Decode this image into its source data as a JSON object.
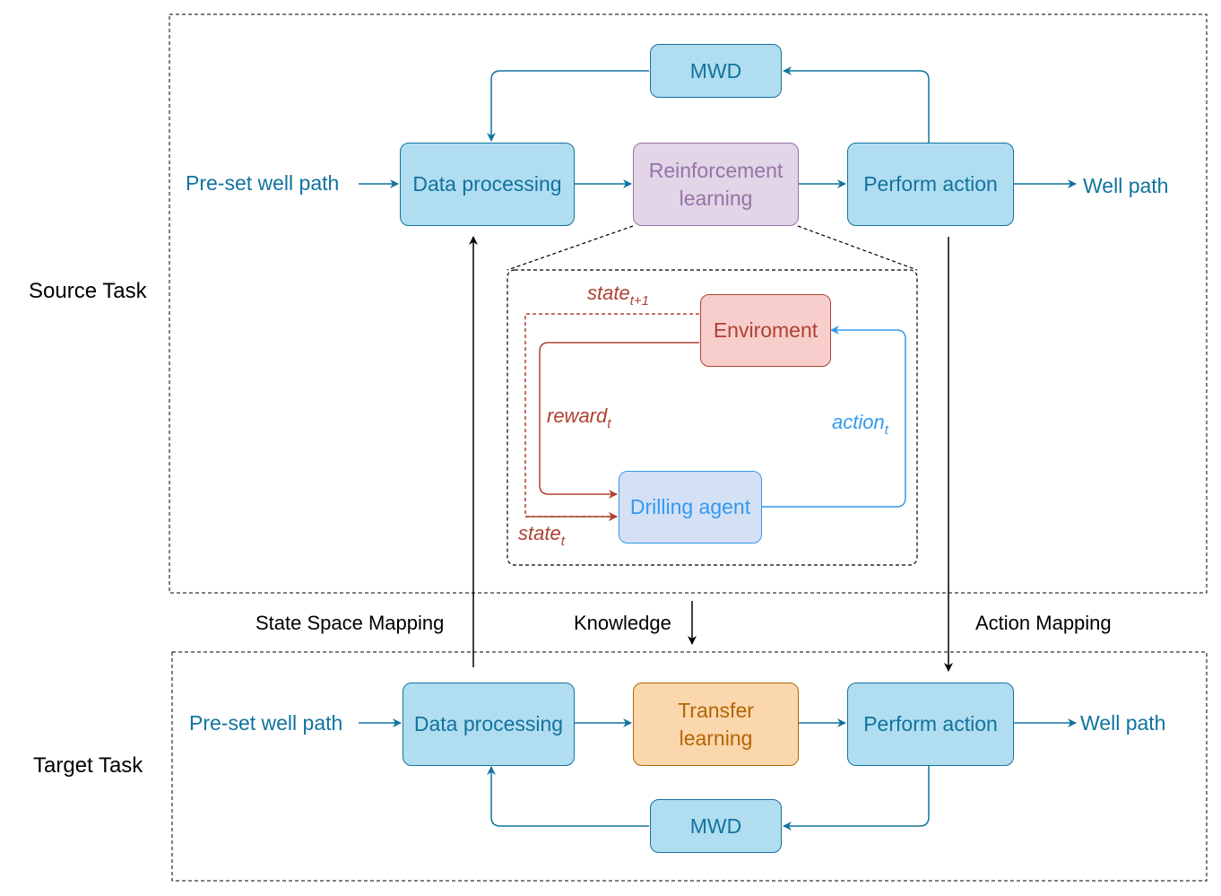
{
  "labels": {
    "source_task": "Source Task",
    "target_task": "Target Task",
    "state_space_mapping": "State Space Mapping",
    "knowledge": "Knowledge",
    "action_mapping": "Action Mapping"
  },
  "source": {
    "input": "Pre-set well path",
    "data_processing": "Data processing",
    "reinforcement_learning": "Reinforcement learning",
    "perform_action": "Perform action",
    "output": "Well path",
    "mwd": "MWD"
  },
  "rl_detail": {
    "environment": "Enviroment",
    "agent": "Drilling agent",
    "state_next": "state",
    "state_next_sub": "t+1",
    "reward": "reward",
    "reward_sub": "t",
    "action": "action",
    "action_sub": "t",
    "state": "state",
    "state_sub": "t"
  },
  "target": {
    "input": "Pre-set well path",
    "data_processing": "Data processing",
    "transfer_learning": "Transfer learning",
    "perform_action": "Perform action",
    "output": "Well path",
    "mwd": "MWD"
  },
  "colors": {
    "blue_fill": "#b1ddf0",
    "blue_stroke": "#10739e",
    "purple_fill": "#e1d5e7",
    "orange_fill": "#fad7ac",
    "red_fill": "#f8cecc",
    "red_stroke": "#ae4132",
    "agent_fill": "#d4e1f5",
    "agent_stroke": "#3399ee"
  }
}
